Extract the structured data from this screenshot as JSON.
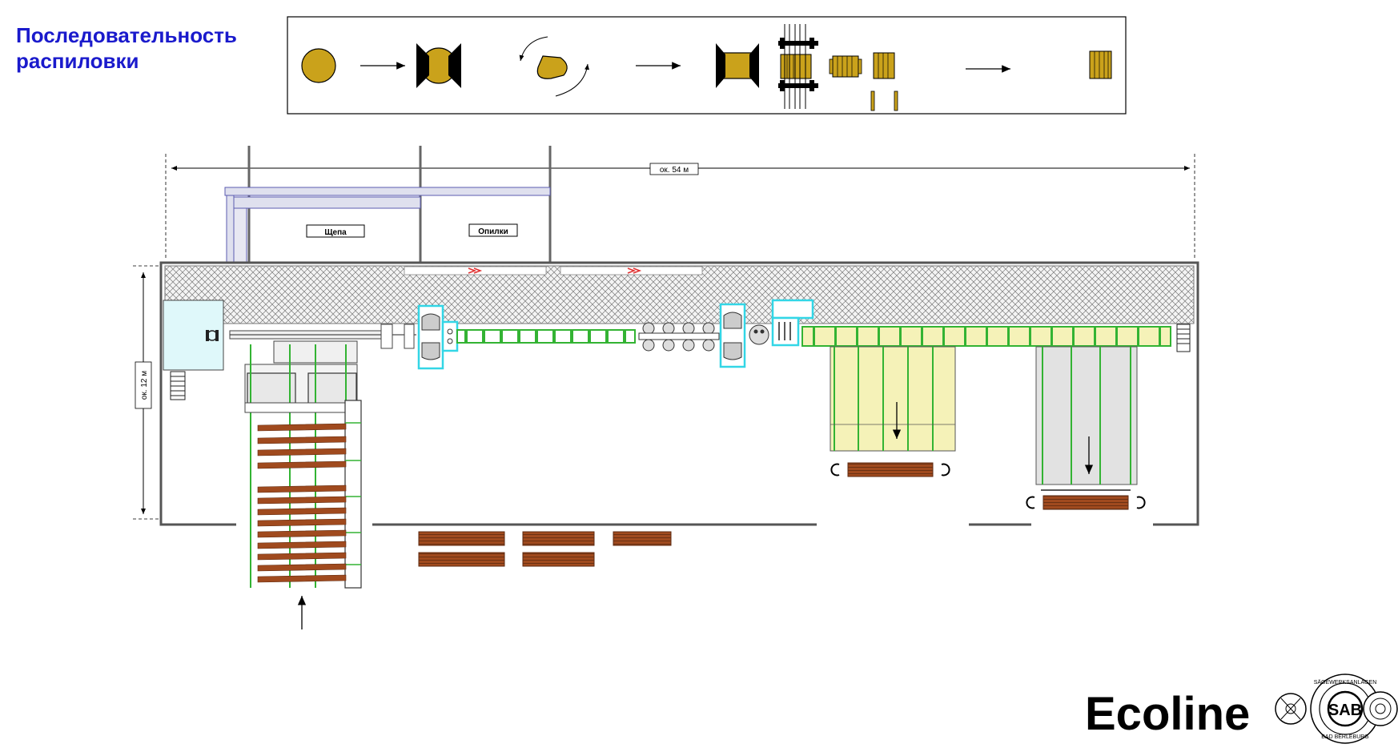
{
  "title": {
    "line1": "Последовательность",
    "line2": "распиловки"
  },
  "dimensions": {
    "length": "ок. 54  м",
    "width": "ок. 12  м"
  },
  "labels": {
    "chips": "Щепа",
    "sawdust": "Опилки"
  },
  "brand": "Ecoline",
  "logo": {
    "abbr": "SAB",
    "ring_top": "SÄGEWERKSANLAGEN",
    "ring_bottom": "BAD BERLEBURG"
  },
  "colors": {
    "wood": "#caa21b",
    "conveyor": "#33b333",
    "highlight": "#33d6e6",
    "lumber": "#a04a1e",
    "title": "#1a1acc",
    "yellow_zone": "#f5f2b8"
  }
}
